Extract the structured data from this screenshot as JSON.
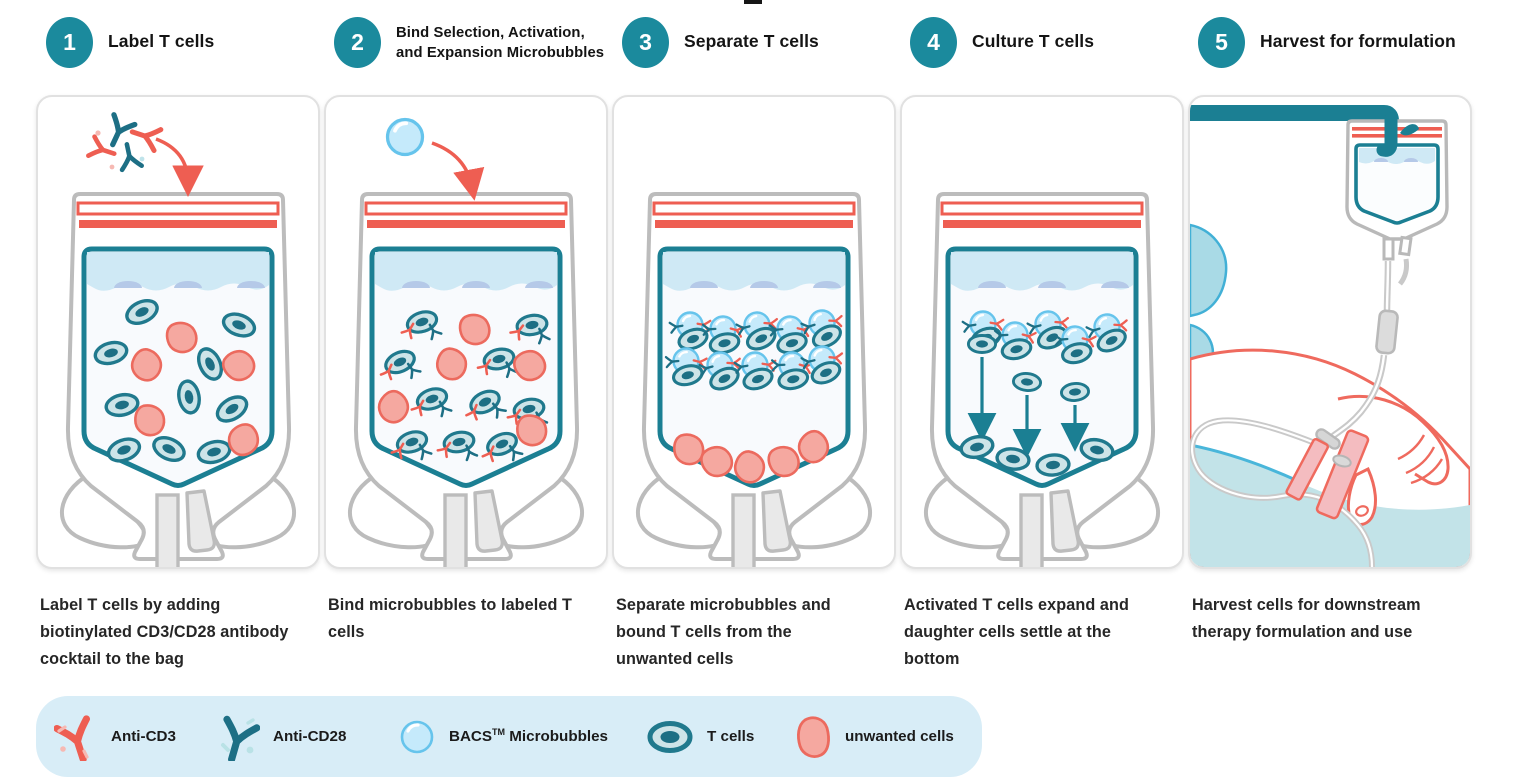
{
  "steps": [
    {
      "number": "1",
      "title": "Label T cells",
      "caption": "Label T cells by adding biotinylated CD3/CD28 antibody cocktail to the bag"
    },
    {
      "number": "2",
      "title": "Bind Selection, Activation,",
      "title2": "and Expansion Microbubbles",
      "caption": "Bind microbubbles to labeled T cells"
    },
    {
      "number": "3",
      "title": "Separate T cells",
      "caption": "Separate microbubbles and bound T cells from the unwanted cells"
    },
    {
      "number": "4",
      "title": "Culture T cells",
      "caption": "Activated T cells expand and daughter cells settle at the bottom"
    },
    {
      "number": "5",
      "title": "Harvest for formulation",
      "caption": "Harvest cells for downstream therapy formulation and use"
    }
  ],
  "legend": {
    "items": [
      {
        "label": "Anti-CD3",
        "icon": "anti-cd3-antibody-icon",
        "color": "#ee5e52"
      },
      {
        "label": "Anti-CD28",
        "icon": "anti-cd28-antibody-icon",
        "color": "#1d6f85"
      },
      {
        "label": "BACS™ Microbubbles",
        "label_prefix": "BACS",
        "label_sup": "TM",
        "label_suffix": " Microbubbles",
        "icon": "microbubble-icon",
        "color": "#c5eafb"
      },
      {
        "label": "T cells",
        "icon": "t-cell-icon",
        "color": "#1b7f93"
      },
      {
        "label": "unwanted cells",
        "icon": "unwanted-cell-icon",
        "color": "#f5a8a0"
      }
    ]
  },
  "colors": {
    "teal_accent": "#1b8a9d",
    "teal_dark": "#1b7f93",
    "red_accent": "#ee5e52",
    "pink_cell": "#f5a8a0",
    "bubble_blue": "#c5eafb",
    "liquid_blue": "#cfe9f5",
    "wave_blue": "#b5c9e8",
    "legend_background": "#d8edf7",
    "bag_outline_gray": "#bcbcbc"
  }
}
